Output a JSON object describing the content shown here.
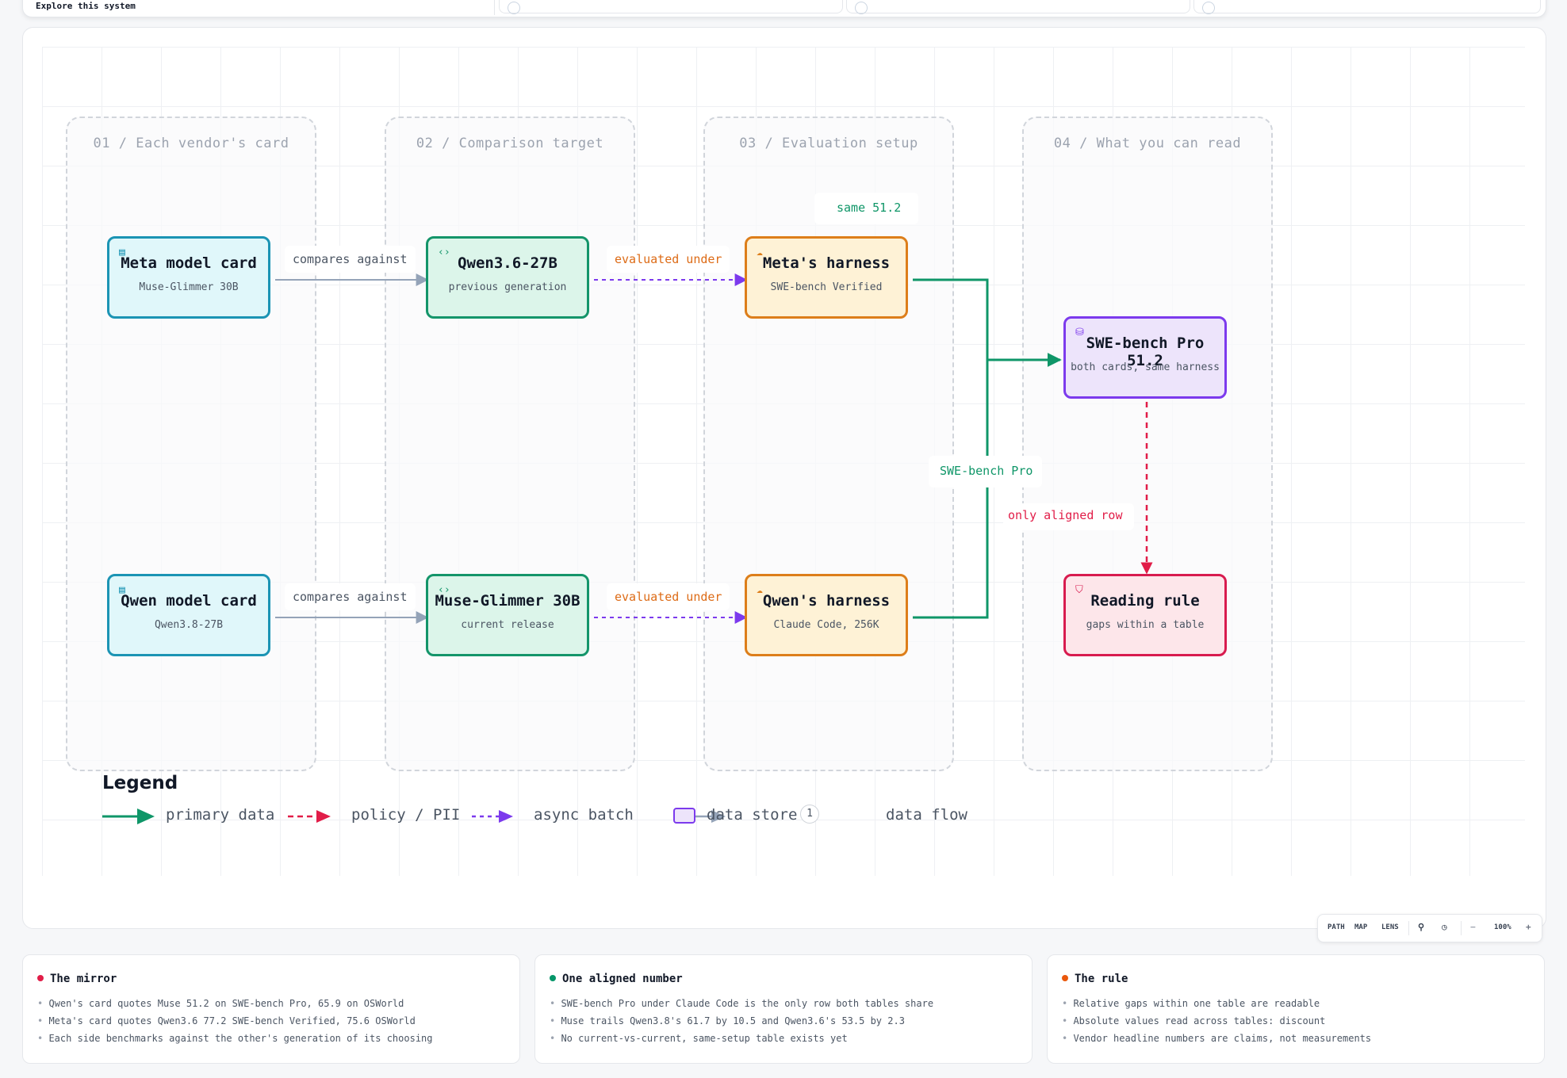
{
  "topbar": {
    "explore_label": "Explore this system"
  },
  "lanes": [
    {
      "title": "01 / Each vendor's card"
    },
    {
      "title": "02 / Comparison target"
    },
    {
      "title": "03 / Evaluation setup"
    },
    {
      "title": "04 / What you can read"
    }
  ],
  "nodes": {
    "meta_card": {
      "title": "Meta model card",
      "subtitle": "Muse-Glimmer 30B",
      "icon": "browser-window-icon"
    },
    "qwen_card": {
      "title": "Qwen model card",
      "subtitle": "Qwen3.8-27B",
      "icon": "browser-window-icon"
    },
    "qwen36": {
      "title": "Qwen3.6-27B",
      "subtitle": "previous generation",
      "icon": "code-brackets-icon"
    },
    "muse": {
      "title": "Muse-Glimmer 30B",
      "subtitle": "current release",
      "icon": "code-brackets-icon"
    },
    "meta_harness": {
      "title": "Meta's harness",
      "subtitle": "SWE-bench Verified",
      "icon": "cloud-icon"
    },
    "qwen_harness": {
      "title": "Qwen's harness",
      "subtitle": "Claude Code, 256K",
      "icon": "cloud-icon"
    },
    "swe_pro": {
      "title": "SWE-bench Pro 51.2",
      "subtitle": "both cards, same harness",
      "icon": "database-icon"
    },
    "reading_rule": {
      "title": "Reading rule",
      "subtitle": "gaps within a table",
      "icon": "shield-icon"
    }
  },
  "edge_labels": {
    "compares_top": "compares against",
    "compares_bottom": "compares against",
    "evaluated_top": "evaluated under",
    "evaluated_bottom": "evaluated under",
    "same": "same 51.2",
    "swe_pro": "SWE-bench Pro",
    "aligned": "only aligned row"
  },
  "legend": {
    "title": "Legend",
    "items": [
      "primary data",
      "policy / PII",
      "async batch",
      "data store",
      "data flow"
    ],
    "badge": "1"
  },
  "toolbar": {
    "path": "PATH",
    "map": "MAP",
    "lens": "LENS",
    "minus": "−",
    "zoom": "100%",
    "plus": "+"
  },
  "cards": [
    {
      "title": "The mirror",
      "color": "#e11d48",
      "items": [
        "Qwen's card quotes Muse 51.2 on SWE-bench Pro, 65.9 on OSWorld",
        "Meta's card quotes Qwen3.6 77.2 SWE-bench Verified, 75.6 OSWorld",
        "Each side benchmarks against the other's generation of its choosing"
      ]
    },
    {
      "title": "One aligned number",
      "color": "#059669",
      "items": [
        "SWE-bench Pro under Claude Code is the only row both tables share",
        "Muse trails Qwen3.8's 61.7 by 10.5 and Qwen3.6's 53.5 by 2.3",
        "No current-vs-current, same-setup table exists yet"
      ]
    },
    {
      "title": "The rule",
      "color": "#ea580c",
      "items": [
        "Relative gaps within one table are readable",
        "Absolute values read across tables: discount",
        "Vendor headline numbers are claims, not measurements"
      ]
    }
  ],
  "colors": {
    "primary": "#0f9668",
    "policy": "#e11d48",
    "async": "#7c3aed",
    "flow": "#94a3b8",
    "edge_label_orange": "#dd6b16"
  }
}
